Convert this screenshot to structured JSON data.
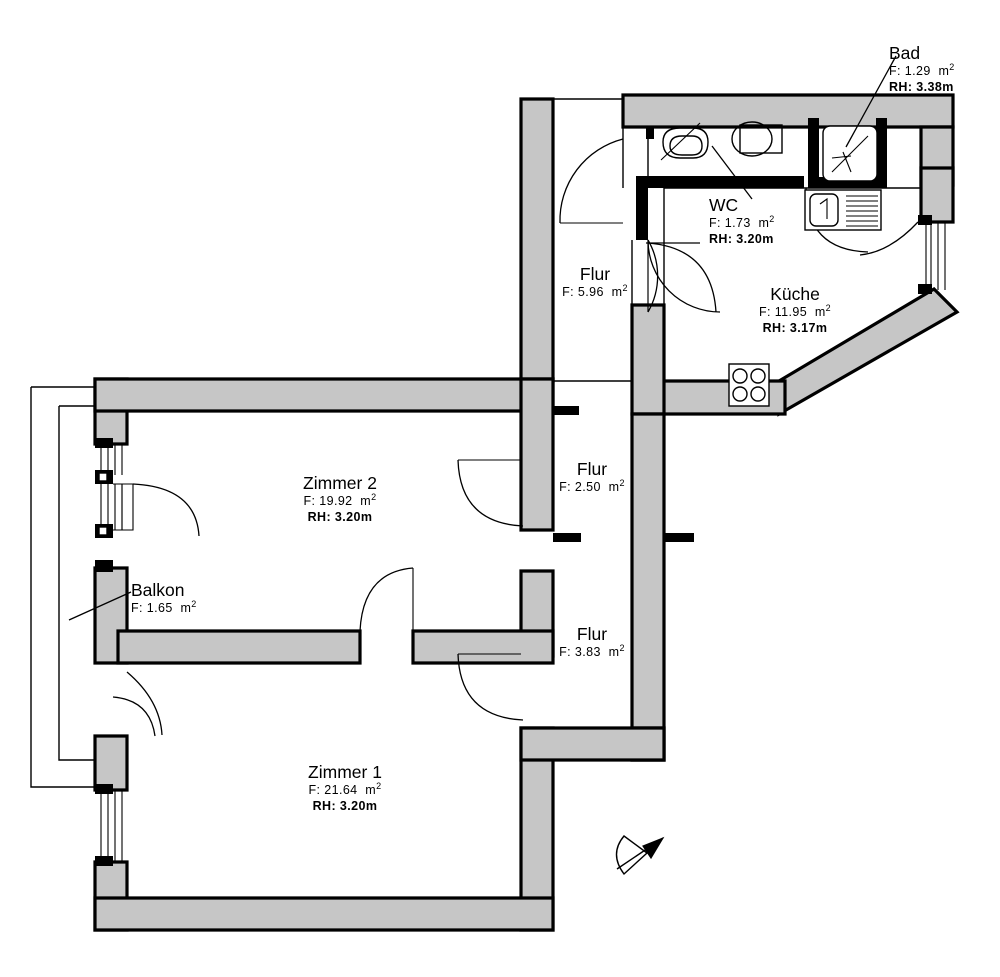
{
  "document": {
    "type": "architectural-floor-plan",
    "language": "de",
    "units": "m"
  },
  "rooms": [
    {
      "key": "bad",
      "name": "Bad",
      "area_label": "F:  1.29",
      "area_unit": "m",
      "area_unit_sup": "2",
      "height_label": "RH:  3.38m",
      "has_height": true,
      "has_leader": true,
      "align": "left"
    },
    {
      "key": "wc",
      "name": "WC",
      "area_label": "F:  1.73",
      "area_unit": "m",
      "area_unit_sup": "2",
      "height_label": "RH:  3.20m",
      "has_height": true,
      "has_leader": true,
      "align": "left"
    },
    {
      "key": "kueche",
      "name": "Küche",
      "area_label": "F:  11.95",
      "area_unit": "m",
      "area_unit_sup": "2",
      "height_label": "RH:  3.17m",
      "has_height": true,
      "has_leader": false,
      "align": "center"
    },
    {
      "key": "flur1",
      "name": "Flur",
      "area_label": "F:  5.96",
      "area_unit": "m",
      "area_unit_sup": "2",
      "height_label": "",
      "has_height": false,
      "has_leader": false,
      "align": "center"
    },
    {
      "key": "flur2",
      "name": "Flur",
      "area_label": "F:  2.50",
      "area_unit": "m",
      "area_unit_sup": "2",
      "height_label": "",
      "has_height": false,
      "has_leader": false,
      "align": "center"
    },
    {
      "key": "flur3",
      "name": "Flur",
      "area_label": "F:  3.83",
      "area_unit": "m",
      "area_unit_sup": "2",
      "height_label": "",
      "has_height": false,
      "has_leader": false,
      "align": "center"
    },
    {
      "key": "zimmer2",
      "name": "Zimmer 2",
      "area_label": "F:  19.92",
      "area_unit": "m",
      "area_unit_sup": "2",
      "height_label": "RH:  3.20m",
      "has_height": true,
      "has_leader": false,
      "align": "center"
    },
    {
      "key": "zimmer1",
      "name": "Zimmer 1",
      "area_label": "F:  21.64",
      "area_unit": "m",
      "area_unit_sup": "2",
      "height_label": "RH:  3.20m",
      "has_height": true,
      "has_leader": false,
      "align": "center"
    },
    {
      "key": "balkon",
      "name": "Balkon",
      "area_label": "F:  1.65",
      "area_unit": "m",
      "area_unit_sup": "2",
      "height_label": "",
      "has_height": false,
      "has_leader": true,
      "align": "left"
    }
  ],
  "fixtures": [
    {
      "key": "bathtub-shower",
      "name": "shower-tray-icon"
    },
    {
      "key": "sink-with-drainboard",
      "name": "kitchen-sink-icon"
    },
    {
      "key": "toilet",
      "name": "toilet-icon"
    },
    {
      "key": "washbasin",
      "name": "washbasin-icon"
    },
    {
      "key": "stove",
      "name": "stove-four-burner-icon"
    }
  ],
  "compass": {
    "name": "north-arrow",
    "label": ""
  },
  "colors": {
    "wall_fill": "#c6c6c6",
    "wall_stroke": "#000000",
    "background": "#ffffff",
    "text": "#000000"
  }
}
